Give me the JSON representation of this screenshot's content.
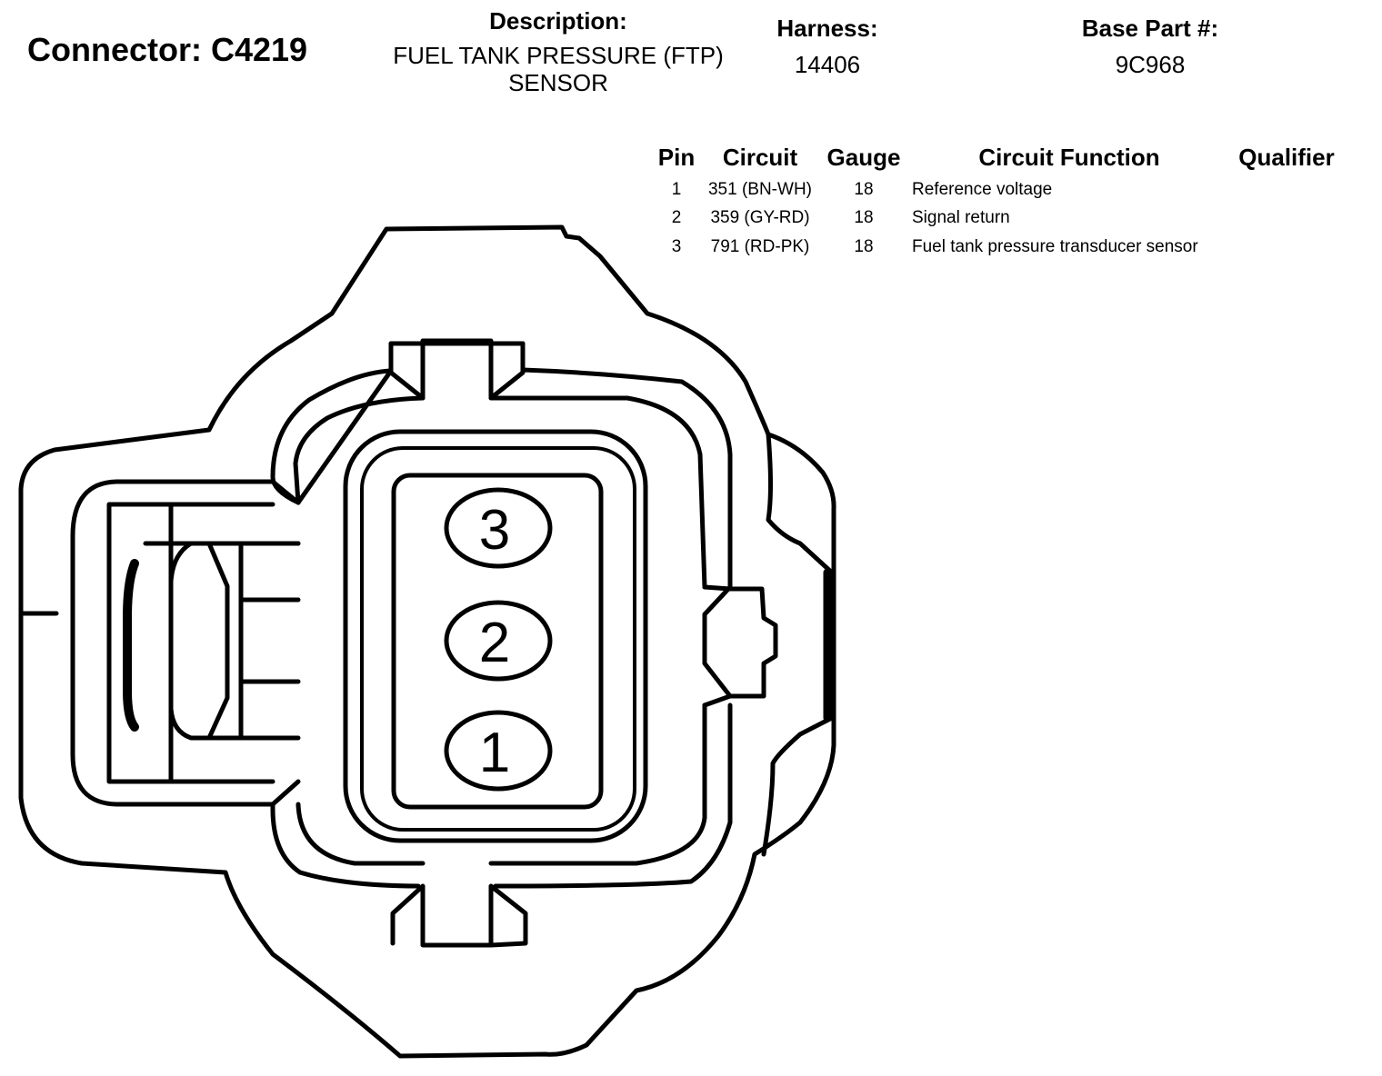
{
  "header": {
    "connector_label": "Connector: C4219",
    "description_label": "Description:",
    "description_line1": "FUEL TANK PRESSURE (FTP)",
    "description_line2": "SENSOR",
    "harness_label": "Harness:",
    "harness_value": "14406",
    "base_part_label": "Base Part #:",
    "base_part_value": "9C968"
  },
  "table": {
    "columns": [
      "Pin",
      "Circuit",
      "Gauge",
      "Circuit Function",
      "Qualifier"
    ],
    "rows": [
      {
        "pin": "1",
        "circuit": "351 (BN-WH)",
        "gauge": "18",
        "function": "Reference voltage",
        "qualifier": ""
      },
      {
        "pin": "2",
        "circuit": "359 (GY-RD)",
        "gauge": "18",
        "function": "Signal return",
        "qualifier": ""
      },
      {
        "pin": "3",
        "circuit": "791 (RD-PK)",
        "gauge": "18",
        "function": "Fuel tank pressure transducer sensor",
        "qualifier": ""
      }
    ]
  },
  "diagram": {
    "pins": [
      "3",
      "2",
      "1"
    ]
  }
}
